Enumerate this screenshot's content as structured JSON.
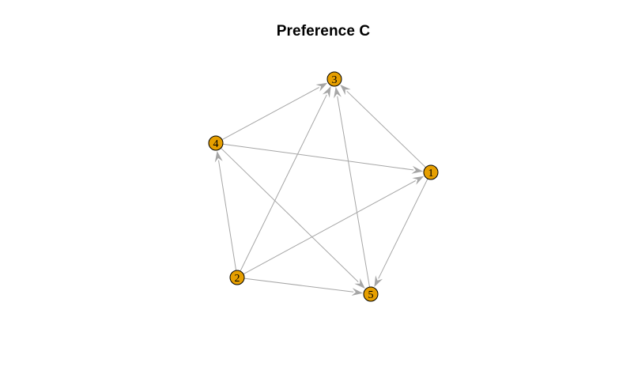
{
  "title": "Preference C",
  "colors": {
    "node_fill": "#e69f00",
    "node_border": "#000000",
    "edge": "#a6a6a6",
    "background": "#ffffff"
  },
  "graph": {
    "directed": true,
    "nodes": [
      {
        "id": "1",
        "label": "1"
      },
      {
        "id": "2",
        "label": "2"
      },
      {
        "id": "3",
        "label": "3"
      },
      {
        "id": "4",
        "label": "4"
      },
      {
        "id": "5",
        "label": "5"
      }
    ],
    "edges": [
      {
        "from": "1",
        "to": "3"
      },
      {
        "from": "1",
        "to": "5"
      },
      {
        "from": "2",
        "to": "1"
      },
      {
        "from": "2",
        "to": "3"
      },
      {
        "from": "2",
        "to": "4"
      },
      {
        "from": "2",
        "to": "5"
      },
      {
        "from": "4",
        "to": "1"
      },
      {
        "from": "4",
        "to": "3"
      },
      {
        "from": "4",
        "to": "5"
      },
      {
        "from": "5",
        "to": "3"
      }
    ]
  }
}
